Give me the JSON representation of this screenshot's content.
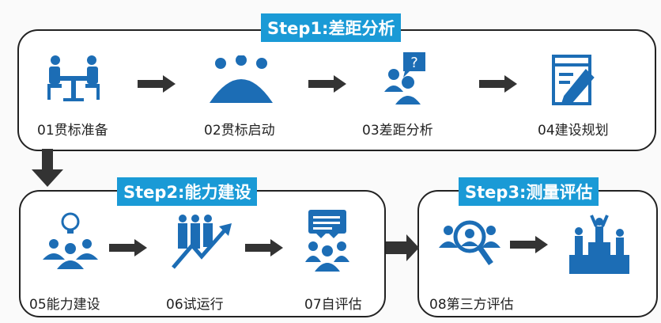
{
  "steps": [
    {
      "label": "Step1:差距分析"
    },
    {
      "label": "Step2:能力建设"
    },
    {
      "label": "Step3:测量评估"
    }
  ],
  "items": [
    {
      "label": "01贯标准备",
      "icon": "meeting-table-icon"
    },
    {
      "label": "02贯标启动",
      "icon": "group-meeting-icon"
    },
    {
      "label": "03差距分析",
      "icon": "question-people-icon"
    },
    {
      "label": "04建设规划",
      "icon": "document-pencil-icon"
    },
    {
      "label": "05能力建设",
      "icon": "idea-team-icon"
    },
    {
      "label": "06试运行",
      "icon": "growth-team-icon"
    },
    {
      "label": "07自评估",
      "icon": "discussion-team-icon"
    },
    {
      "label": "08第三方评估",
      "icon": "search-people-icon"
    },
    {
      "label": "",
      "icon": "podium-icon"
    }
  ],
  "colors": {
    "accent": "#1a9ad6",
    "icon": "#1c6db5",
    "arrow": "#333333"
  }
}
